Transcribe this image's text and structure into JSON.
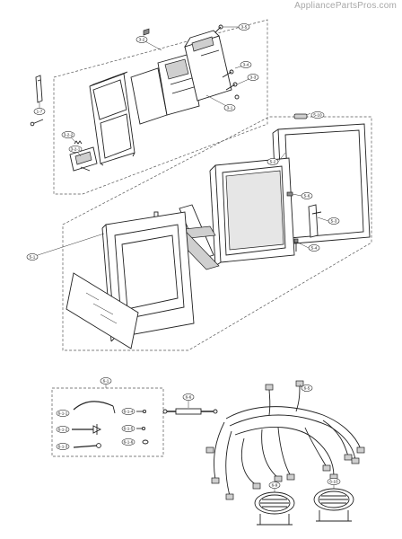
{
  "watermark": "AppliancePartsPros.com",
  "callouts": {
    "c3_2": "3-2",
    "c3_3": "3-3",
    "c3_5": "3-5",
    "c3_4": "3-4",
    "c3_1": "3-1",
    "c1_7": "1-7",
    "c3_2_2": "3-2-2",
    "c3_2_1": "3-2-1",
    "c5_10": "5-10",
    "c5_2": "5-2",
    "c5_6": "5-6",
    "c5_3": "5-3",
    "c5_4": "5-4",
    "c5_1": "5-1",
    "c6_1": "6-1",
    "c6_1_1": "6-1-1",
    "c6_1_2": "6-1-2",
    "c6_1_3": "6-1-3",
    "c6_1_4": "6-1-4",
    "c6_1_5": "6-1-5",
    "c6_1_6": "6-1-6",
    "c6_6": "6-6",
    "c6_5": "6-5",
    "c6_9": "6-9",
    "c6_10": "6-10"
  }
}
